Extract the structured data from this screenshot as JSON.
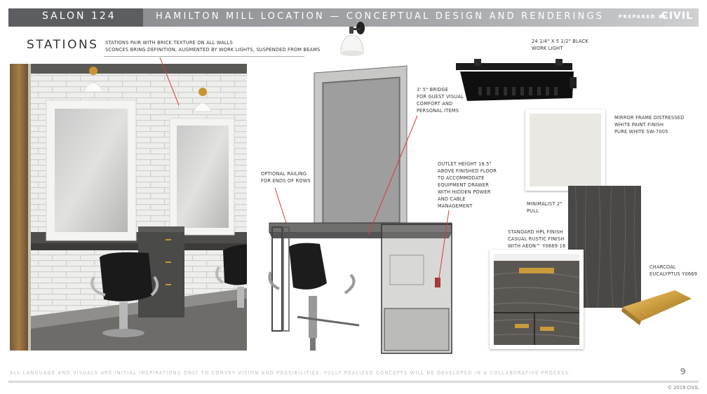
{
  "header": {
    "brand": "SALON 124",
    "title": "HAMILTON MILL LOCATION — CONCEPTUAL DESIGN AND RENDERINGS",
    "prepared_by": "PREPARED BY",
    "logo": "CIVIL"
  },
  "section": {
    "title": "STATIONS",
    "desc_line1": "STATIONS PAIR WITH BRICK TEXTURE ON ALL WALLS",
    "desc_line2": "SCONCES BRING DEFINITION, AUGMENTED BY WORK LIGHTS, SUSPENDED FROM BEAMS"
  },
  "annotations": {
    "work_light": [
      "24 1/4\" X 5 1/2\" BLACK",
      "WORK LIGHT"
    ],
    "bridge": [
      "3' 5\" BRIDGE",
      "FOR GUEST VISUAL",
      "COMFORT AND",
      "PERSONAL ITEMS"
    ],
    "mirror_frame": [
      "MIRROR FRAME DISTRESSED",
      "WHITE PAINT FINISH",
      "PURE WHITE SW-7005"
    ],
    "railing": [
      "OPTIONAL RAILING",
      "FOR ENDS OF ROWS"
    ],
    "outlet": [
      "OUTLET HEIGHT 18.5\"",
      "ABOVE FINISHED FLOOR",
      "TO ACCOMMODATE",
      "EQUIPMENT DRAWER",
      "WITH HIDDEN POWER",
      "AND CABLE",
      "MANAGEMENT"
    ],
    "pull": [
      "MINIMALIST 2\"",
      "PULL"
    ],
    "hpl": [
      "STANDARD HPL FINISH",
      "CASUAL RUSTIC FINISH",
      "WITH AEON™ Y0669-16"
    ],
    "charcoal": [
      "CHARCOAL",
      "EUCALYPTUS  Y0669"
    ]
  },
  "swatches": {
    "mirror_white": "#e9e8e3",
    "charcoal": "#4a4846",
    "brass": "#c99a3c"
  },
  "footer": {
    "disclaimer": "ALL LANGUAGE AND VISUALS ARE INITIAL INSPIRATIONS ONLY TO CONVEY VISION AND POSSIBILITIES. FULLY REALIZED CONCEPTS WILL BE DEVELOPED IN A COLLABORATIVE PROCESS.",
    "page_number": "9",
    "copyright": "© 2019 CIVIL"
  }
}
